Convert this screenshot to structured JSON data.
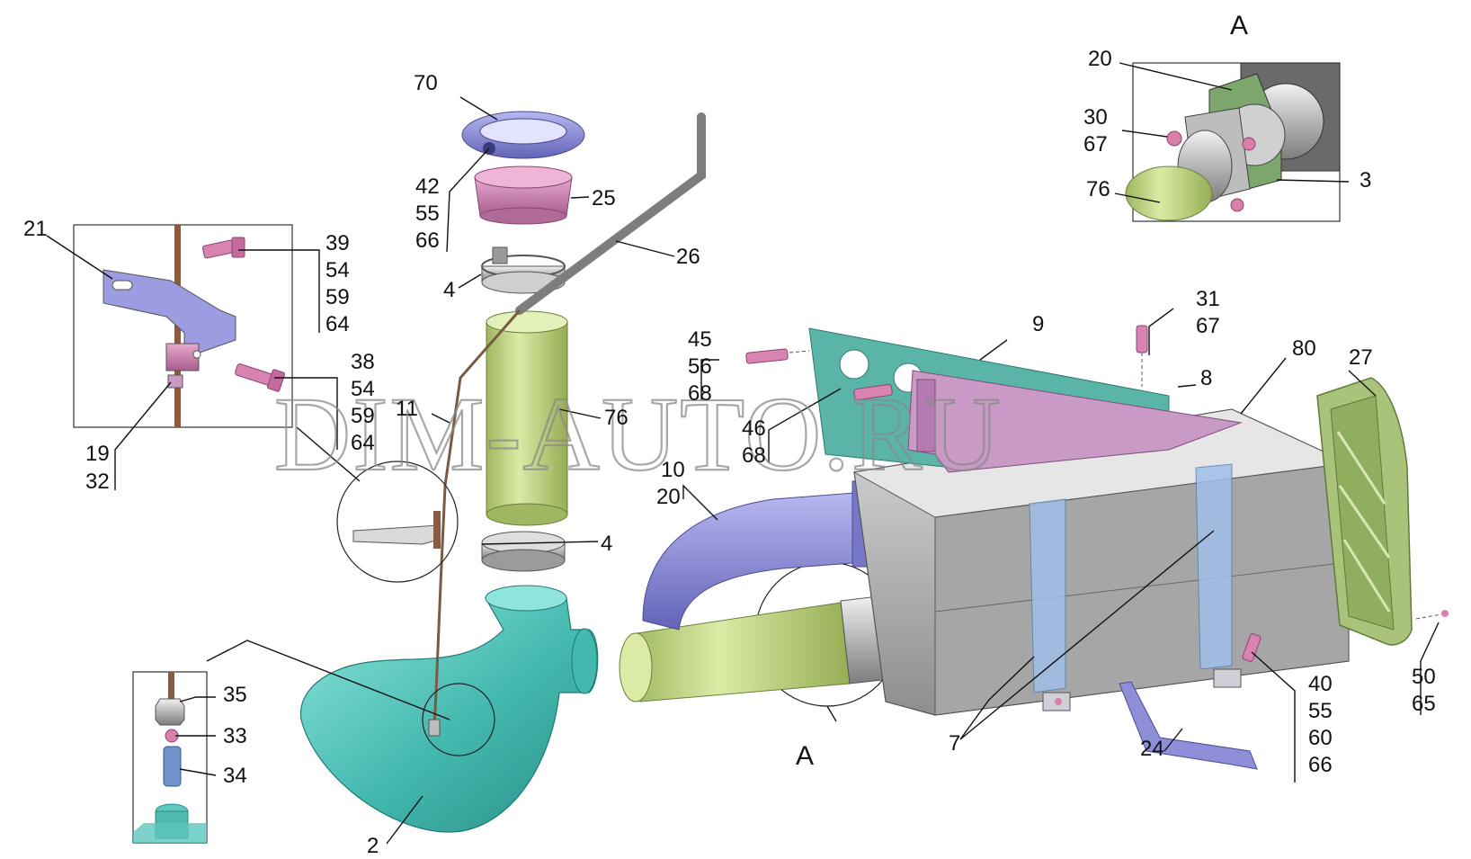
{
  "watermark": "DIM-AUTO.RU",
  "view_labels": {
    "detail_a_title": "A",
    "callout_a": "A"
  },
  "labels": {
    "l70": "70",
    "l42": "42",
    "l55a": "55",
    "l66a": "66",
    "l25": "25",
    "l26": "26",
    "l4a": "4",
    "l4b": "4",
    "l76": "76",
    "l11": "11",
    "l21": "21",
    "l39": "39",
    "l54a": "54",
    "l59a": "59",
    "l64a": "64",
    "l38": "38",
    "l54b": "54",
    "l59b": "59",
    "l64b": "64",
    "l19": "19",
    "l32": "32",
    "l35": "35",
    "l33": "33",
    "l34": "34",
    "l2": "2",
    "l10": "10",
    "l20a": "20",
    "l45": "45",
    "l56": "56",
    "l68a": "68",
    "l46": "46",
    "l68b": "68",
    "l9": "9",
    "l31": "31",
    "l67a": "67",
    "l8": "8",
    "l80": "80",
    "l27": "27",
    "l7": "7",
    "l24": "24",
    "l40": "40",
    "l55b": "55",
    "l60": "60",
    "l66b": "66",
    "l50": "50",
    "l65": "65",
    "l20b": "20",
    "l30": "30",
    "l67b": "67",
    "l76b": "76",
    "l3": "3"
  },
  "colors": {
    "teal": "#5cc7bf",
    "purple": "#8f8fd9",
    "green": "#c8d98a",
    "pink": "#c97fb0",
    "silver": "#bdbdbd",
    "blue_band": "#9fbfe8",
    "bracket_teal": "#5ab5a8",
    "bracket_pink": "#c89ac5",
    "olive": "#a9c47a"
  },
  "icons": [
    "clamp-icon",
    "bolt-icon",
    "pipe-icon",
    "muffler-icon"
  ]
}
